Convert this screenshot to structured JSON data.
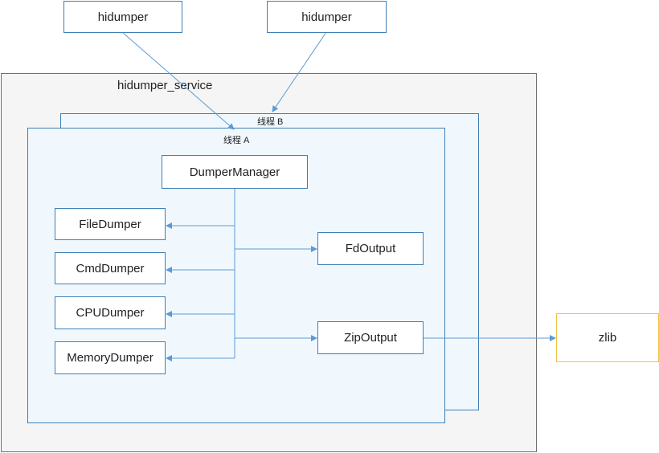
{
  "nodes": {
    "client_1": "hidumper",
    "client_2": "hidumper",
    "dumper_manager": "DumperManager",
    "file_dumper": "FileDumper",
    "cmd_dumper": "CmdDumper",
    "cpu_dumper": "CPUDumper",
    "memory_dumper": "MemoryDumper",
    "fd_output": "FdOutput",
    "zip_output": "ZipOutput",
    "zlib": "zlib"
  },
  "containers": {
    "service": "hidumper_service",
    "thread_b": "线程 B",
    "thread_a": "线程 A"
  },
  "colors": {
    "node_border": "#3f7fb5",
    "thread_fill": "#f0f8fd",
    "service_fill": "#f5f5f5",
    "zlib_border": "#f0c040",
    "connector": "#5b9bd5"
  }
}
